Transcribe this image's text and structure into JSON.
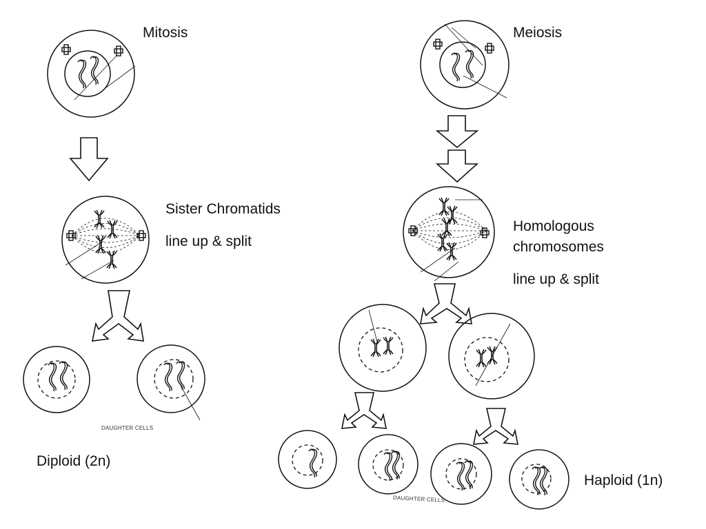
{
  "mitosis": {
    "title": "Mitosis",
    "stage_label_line1": "Sister Chromatids",
    "stage_label_line2": "line up & split",
    "daughter_cells_caption": "DAUGHTER CELLS",
    "result_label": "Diploid (2n)"
  },
  "meiosis": {
    "title": "Meiosis",
    "stage_label_line1": "Homologous",
    "stage_label_line2": "chromosomes",
    "stage_label_line3": "line up & split",
    "daughter_cells_caption": "DAUGHTER CELLS",
    "result_label": "Haploid (1n)"
  },
  "colors": {
    "ink": "#111111",
    "background": "#ffffff"
  }
}
